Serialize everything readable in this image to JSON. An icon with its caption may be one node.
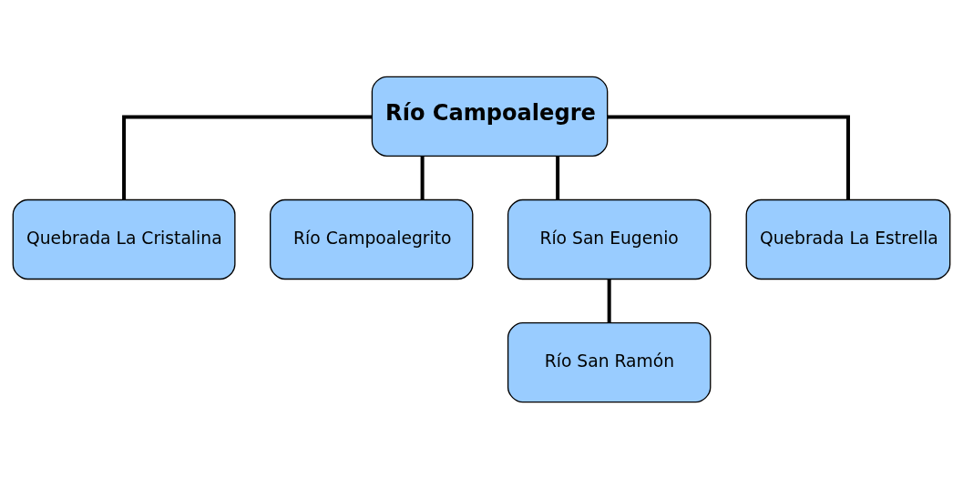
{
  "diagram": {
    "nodes": [
      {
        "text": [
          "Río Campoalegre"
        ]
      },
      {
        "text": [
          "Quebrada La Cristalina"
        ]
      },
      {
        "text": [
          "Río Campoalegrito"
        ]
      },
      {
        "text": [
          "Río San Eugenio"
        ]
      },
      {
        "text": [
          "Quebrada La Estrella"
        ]
      },
      {
        "text": [
          "Río San Ramón"
        ]
      }
    ],
    "edges": [
      {
        "from": 0,
        "to": 1,
        "arrow": "none"
      },
      {
        "from": 0,
        "to": 2,
        "arrow": "none"
      },
      {
        "from": 0,
        "to": 3,
        "arrow": "none"
      },
      {
        "from": 0,
        "to": 4,
        "arrow": "none"
      },
      {
        "from": 3,
        "to": 5,
        "arrow": "none"
      }
    ]
  }
}
